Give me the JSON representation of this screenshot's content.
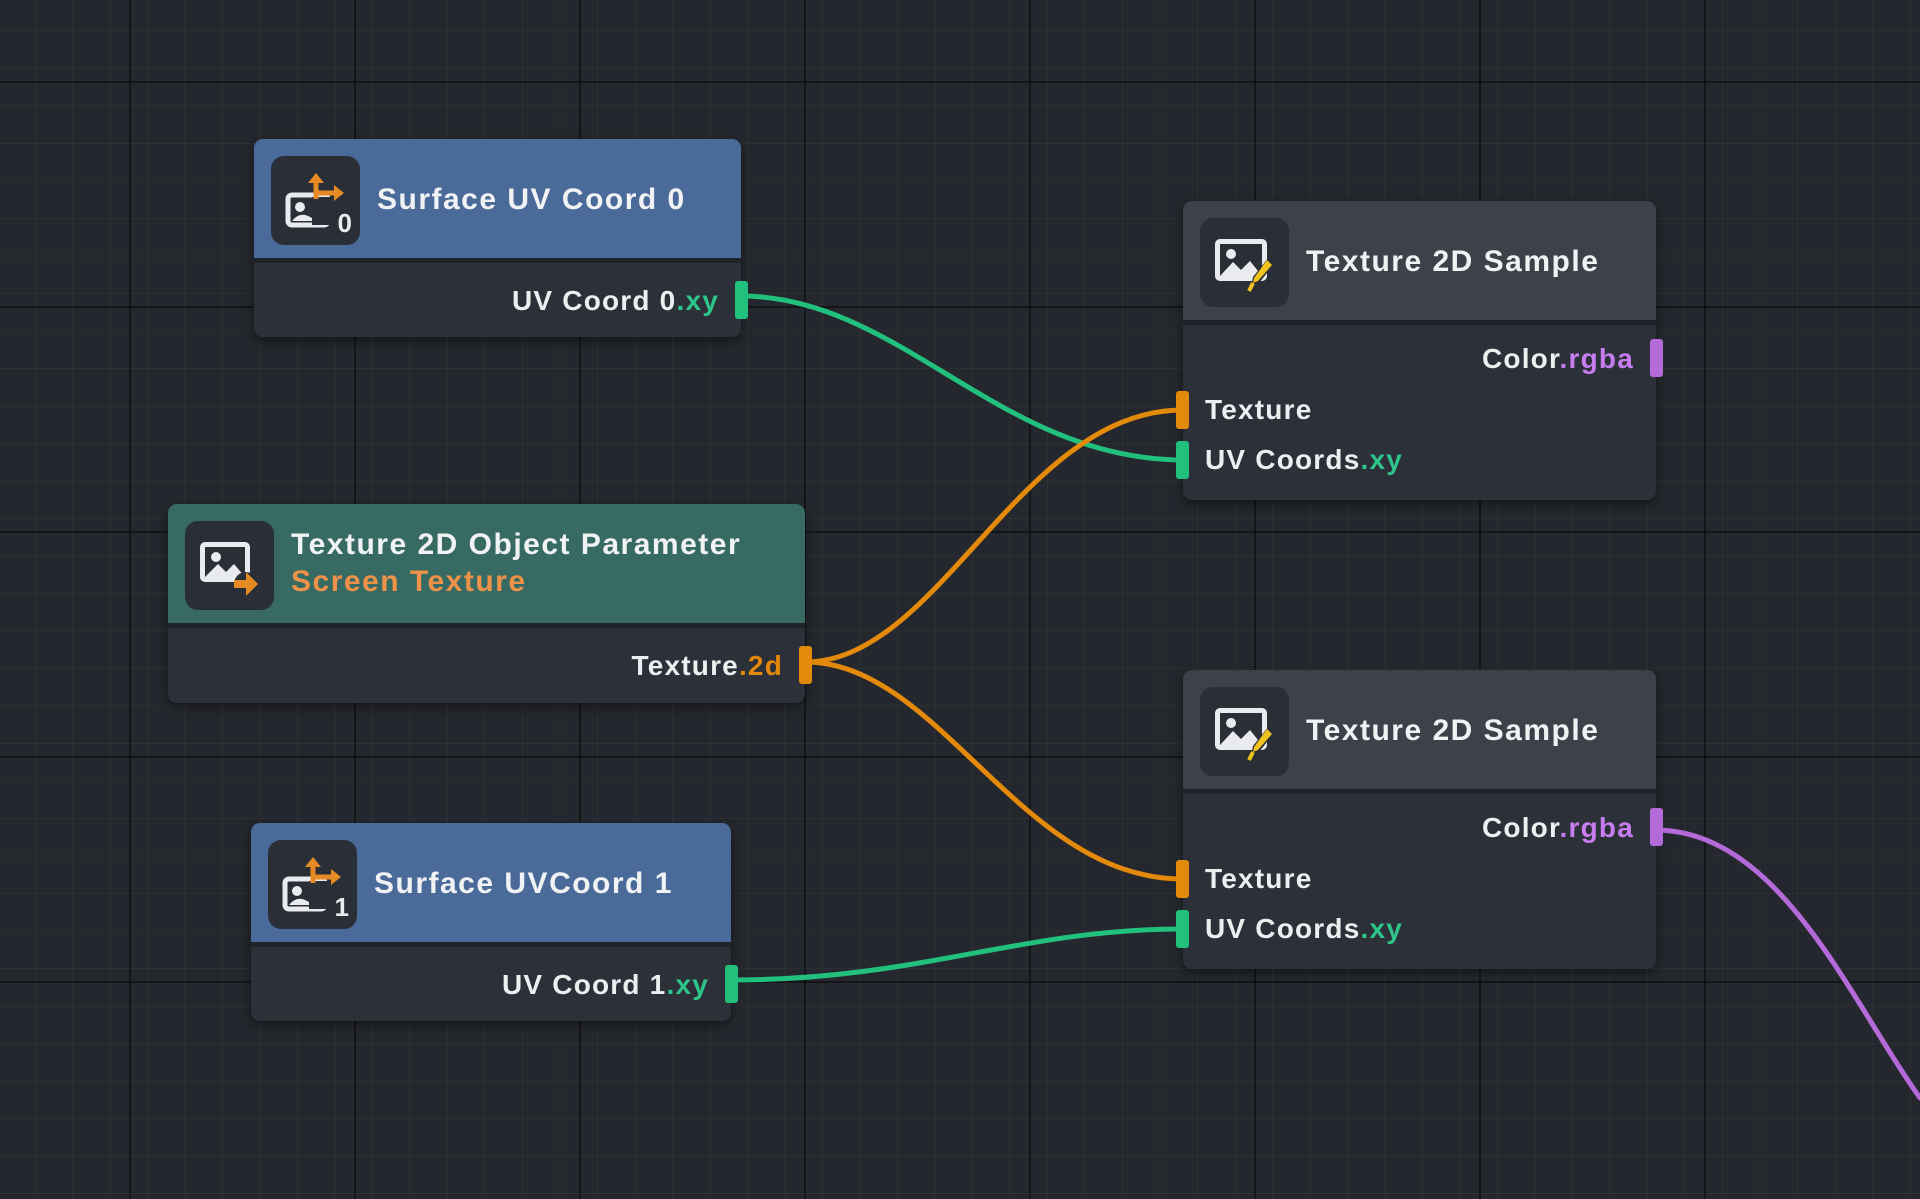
{
  "colors": {
    "uv": "#21c07d",
    "texture": "#e48a0a",
    "color": "#b56ad9",
    "header_blue": "#4a6a9a",
    "header_teal": "#376a63",
    "header_gray": "#3d414a"
  },
  "nodes": {
    "uv0": {
      "title": "Surface UV Coord 0",
      "icon": "surface-uv-coord-icon",
      "icon_index": "0",
      "output": {
        "label": "UV Coord 0",
        "suffix": ".xy"
      }
    },
    "param": {
      "title": "Texture 2D Object Parameter",
      "subtitle": "Screen Texture",
      "icon": "texture-parameter-icon",
      "output": {
        "label": "Texture",
        "suffix": ".2d"
      }
    },
    "uv1": {
      "title": "Surface UVCoord 1",
      "icon": "surface-uv-coord-icon",
      "icon_index": "1",
      "output": {
        "label": "UV Coord 1",
        "suffix": ".xy"
      }
    },
    "sample1": {
      "title": "Texture 2D Sample",
      "icon": "texture-sample-icon",
      "output": {
        "label": "Color",
        "suffix": ".rgba"
      },
      "inputs": [
        {
          "label": "Texture",
          "suffix": ""
        },
        {
          "label": "UV Coords",
          "suffix": ".xy"
        }
      ]
    },
    "sample2": {
      "title": "Texture 2D Sample",
      "icon": "texture-sample-icon",
      "output": {
        "label": "Color",
        "suffix": ".rgba"
      },
      "inputs": [
        {
          "label": "Texture",
          "suffix": ""
        },
        {
          "label": "UV Coords",
          "suffix": ".xy"
        }
      ]
    }
  }
}
